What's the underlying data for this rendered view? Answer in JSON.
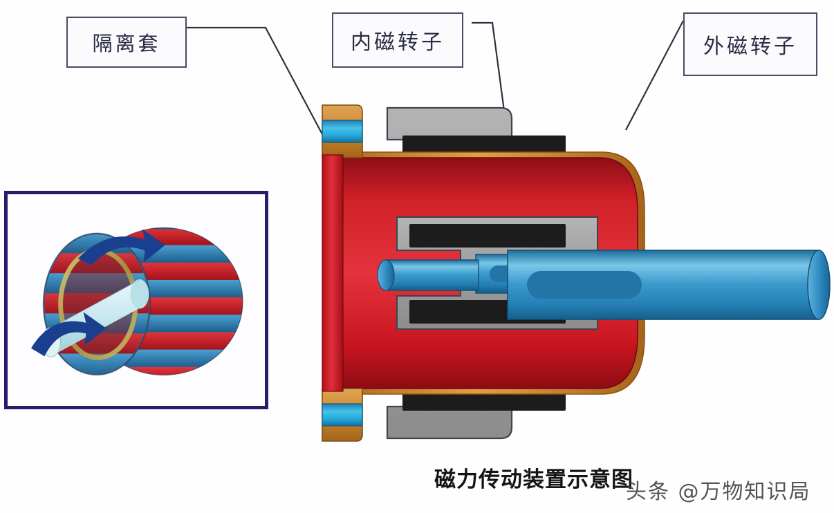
{
  "figure": {
    "caption": "磁力传动装置示意图",
    "watermark": "头条 @万物知识局"
  },
  "callouts": [
    {
      "id": "isolation-sleeve",
      "label": "隔离套",
      "leader": "elbow-down-right"
    },
    {
      "id": "inner-rotor",
      "label": "内磁转子",
      "leader": "elbow-down"
    },
    {
      "id": "outer-rotor",
      "label": "外磁转子",
      "leader": "diagonal-down-left"
    }
  ],
  "colors": {
    "sleeve_red": "#c8121f",
    "sleeve_red_light": "#e2303c",
    "sleeve_orange_rim": "#d2842a",
    "flange_orange": "#cf8a2e",
    "housing_gray": "#9b9b9b",
    "housing_gray_light": "#bdbdbd",
    "magnet_black": "#1c1c1c",
    "shaft_blue": "#2b8ac2",
    "shaft_blue_light": "#79c2e4",
    "shaft_blue_dark": "#1c6b9c",
    "bolt_blue": "#29a8dd",
    "callout_border": "#4a4a63",
    "inset_border": "#2b1b6b",
    "leader_line": "#2f2f3f",
    "arrow_navy": "#1b3f8f",
    "magnet_pole_red": "#d21f26",
    "magnet_pole_blue": "#2f7fb5",
    "ring_gold": "#b8a24e",
    "inner_shaft_pale": "#c9e9ef"
  },
  "inset": {
    "description": "外磁转子三维剖视图",
    "rotation_arrows": 2,
    "magnet_poles": 12
  },
  "assembly": {
    "parts": [
      {
        "name": "isolation-sleeve",
        "color": "#c8121f"
      },
      {
        "name": "mounting-flange",
        "color": "#cf8a2e"
      },
      {
        "name": "flange-bolt",
        "color": "#29a8dd"
      },
      {
        "name": "inner-rotor-body",
        "color": "#9b9b9b"
      },
      {
        "name": "outer-rotor-body",
        "color": "#9b9b9b"
      },
      {
        "name": "magnet-strip",
        "color": "#1c1c1c",
        "count": 4
      },
      {
        "name": "pump-shaft",
        "color": "#2b8ac2"
      },
      {
        "name": "drive-shaft",
        "color": "#2b8ac2"
      }
    ]
  }
}
